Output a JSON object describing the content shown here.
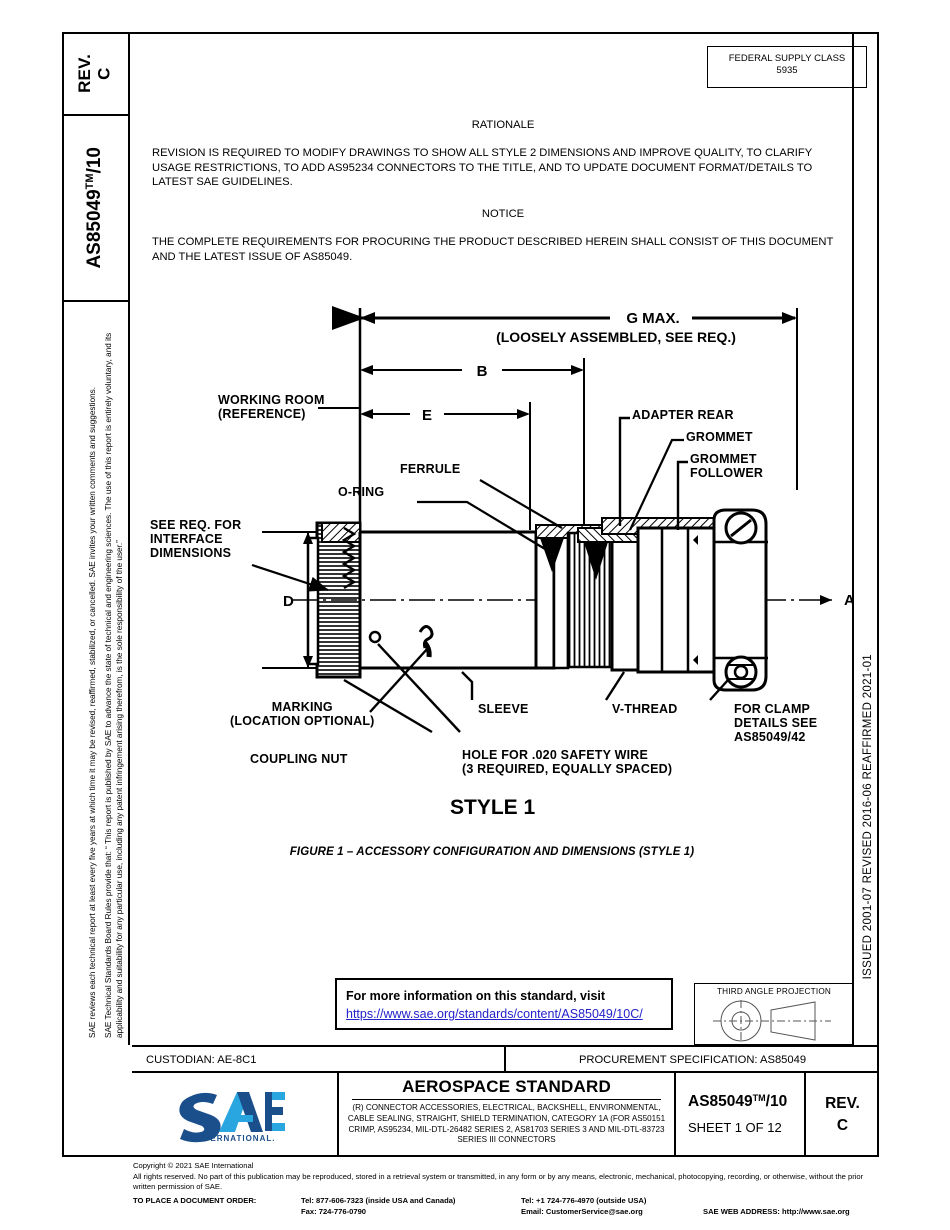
{
  "sidebar": {
    "rev_label": "REV.",
    "rev_value": "C",
    "doc_id": "AS85049",
    "doc_id_tm": "TM",
    "doc_id_suffix": "/10",
    "boilerplate_1": "SAE Technical Standards Board Rules provide that: “ This report is published by SAE to advance the state of technical and engineering sciences. The use of this report is entirely voluntary, and its applicability and suitability for any particular use, including any patent infringement arising therefrom, is the sole responsibility of the user.”",
    "boilerplate_2": "SAE reviews each technical report at least every five years at which time it may be revised, reaffirmed, stabilized, or cancelled. SAE invites your written comments and suggestions."
  },
  "dates_column": {
    "text": "ISSUED 2001-07      REVISED 2016-06      REAFFIRMED 2021-01"
  },
  "fsc": {
    "title": "FEDERAL SUPPLY CLASS",
    "value": "5935"
  },
  "notice": {
    "rationale_heading": "RATIONALE",
    "rationale_body": "REVISION IS REQUIRED TO MODIFY DRAWINGS TO SHOW ALL STYLE 2 DIMENSIONS AND IMPROVE QUALITY, TO CLARIFY USAGE RESTRICTIONS, TO ADD AS95234 CONNECTORS TO THE TITLE, AND TO UPDATE DOCUMENT FORMAT/DETAILS TO LATEST SAE GUIDELINES.",
    "notice_heading": "NOTICE",
    "notice_body": "THE COMPLETE REQUIREMENTS FOR PROCURING THE PRODUCT DESCRIBED HEREIN SHALL CONSIST OF THIS DOCUMENT AND THE LATEST ISSUE OF AS85049."
  },
  "drawing": {
    "dim_g": "G MAX.",
    "dim_g_note": "(LOOSELY ASSEMBLED, SEE REQ.)",
    "dim_b": "B",
    "dim_e": "E",
    "dim_d": "D",
    "axis_a": "A",
    "working_room_1": "WORKING ROOM",
    "working_room_2": "(REFERENCE)",
    "see_req_1": "SEE REQ. FOR",
    "see_req_2": "INTERFACE",
    "see_req_3": "DIMENSIONS",
    "ferrule": "FERRULE",
    "oring": "O-RING",
    "adapter_rear": "ADAPTER REAR",
    "grommet": "GROMMET",
    "grommet_follower_1": "GROMMET",
    "grommet_follower_2": "FOLLOWER",
    "marking_1": "MARKING",
    "marking_2": "(LOCATION OPTIONAL)",
    "coupling_nut": "COUPLING NUT",
    "sleeve": "SLEEVE",
    "hole_1": "HOLE FOR .020 SAFETY WIRE",
    "hole_2": "(3 REQUIRED, EQUALLY SPACED)",
    "vthread": "V-THREAD",
    "clamp_1": "FOR CLAMP",
    "clamp_2": "DETAILS SEE",
    "clamp_3": "AS85049/42",
    "style": "STYLE 1",
    "figure_caption": "FIGURE 1 – ACCESSORY CONFIGURATION AND DIMENSIONS (STYLE 1)"
  },
  "info_box": {
    "heading": "For more information on this standard, visit",
    "url": "https://www.sae.org/standards/content/AS85049/10C/"
  },
  "third_angle": {
    "title": "THIRD ANGLE PROJECTION"
  },
  "custodian_row": {
    "custodian": "CUSTODIAN: AE-8C1",
    "procurement": "PROCUREMENT SPECIFICATION: AS85049"
  },
  "title_block": {
    "logo_text": "SAE",
    "logo_sub": "INTERNATIONAL.",
    "standard_type": "AEROSPACE STANDARD",
    "description": "(R) CONNECTOR ACCESSORIES, ELECTRICAL, BACKSHELL, ENVIRONMENTAL, CABLE SEALING, STRAIGHT, SHIELD TERMINATION, CATEGORY 1A (FOR AS50151 CRIMP, AS95234, MIL-DTL-26482 SERIES 2, AS81703 SERIES 3 AND MIL-DTL-83723 SERIES III CONNECTORS",
    "doc_number": "AS85049",
    "doc_number_tm": "TM",
    "doc_number_suffix": "/10",
    "sheet": "SHEET 1 OF 12",
    "rev_label": "REV.",
    "rev_value": "C",
    "logo_color_dark": "#1b4f8c",
    "logo_color_light": "#29a5df"
  },
  "footer": {
    "copyright": "Copyright © 2021 SAE International",
    "rights": "All rights reserved. No part of this publication may be reproduced, stored in a retrieval system or transmitted, in any form or by any means, electronic, mechanical, photocopying, recording, or otherwise, without the prior written permission of SAE.",
    "order_label": "TO PLACE A DOCUMENT ORDER:",
    "tel_inside": "Tel: 877-606-7323 (inside USA and Canada)",
    "fax": "Fax: 724-776-0790",
    "tel_outside": "Tel: +1 724-776-4970 (outside USA)",
    "email": "Email: CustomerService@sae.org",
    "web": "SAE WEB ADDRESS: http://www.sae.org"
  }
}
